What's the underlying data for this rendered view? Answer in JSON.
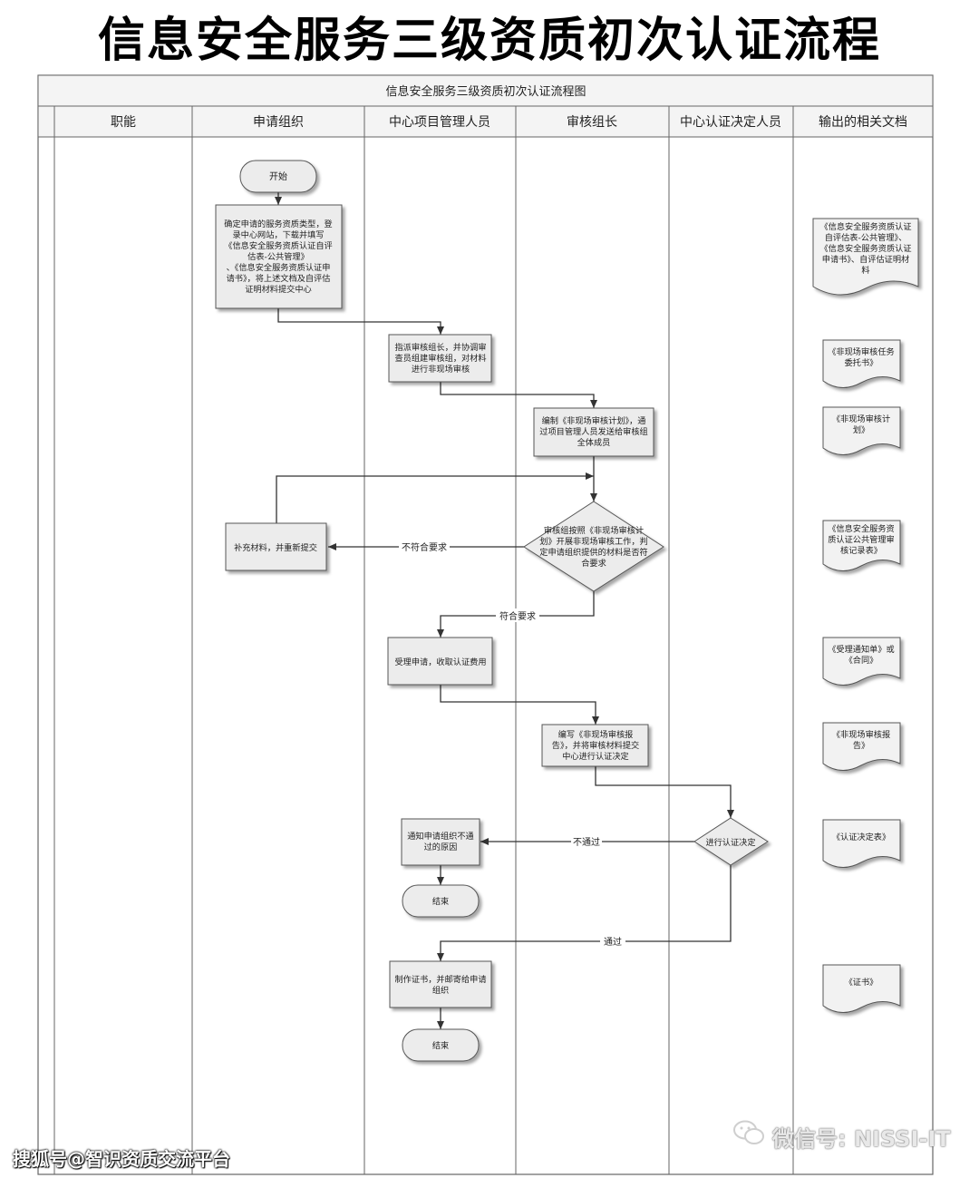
{
  "page_title": "信息安全服务三级资质初次认证流程",
  "diagram": {
    "title": "信息安全服务三级资质初次认证流程图",
    "lanes": [
      "职能",
      "申请组织",
      "中心项目管理人员",
      "审核组长",
      "中心认证决定人员",
      "输出的相关文档"
    ],
    "nodes": {
      "start": "开始",
      "apply": [
        "确定申请的服务资质类型，登",
        "录中心网站，下载并填写",
        "《信息安全服务资质认证自评",
        "估表-公共管理》",
        "、《信息安全服务资质认证申",
        "请书》，将上述文档及自评估",
        "证明材料提交中心"
      ],
      "assign": [
        "指派审核组长，并协调审",
        "查员组建审核组，对材料",
        "进行非现场审核"
      ],
      "plan": [
        "编制《非现场审核计划》，通",
        "过项目管理人员发送给审核组",
        "全体成员"
      ],
      "review": [
        "审核组按照《非现场审核计",
        "划》开展非现场审核工作，判",
        "定申请组织提供的材料是否符",
        "合要求"
      ],
      "supplement": "补充材料，并重新提交",
      "accept": "受理申请，收取认证费用",
      "report": [
        "编写《非现场审核报",
        "告》，并将审核材料提交",
        "中心进行认证决定"
      ],
      "decision": "进行认证决定",
      "notify": [
        "通知申请组织不通",
        "过的原因"
      ],
      "end1": "结束",
      "certificate": [
        "制作证书，并邮寄给申请",
        "组织"
      ],
      "end2": "结束"
    },
    "edge_labels": {
      "not_meet": "不符合要求",
      "meet": "符合要求",
      "not_pass": "不通过",
      "pass": "通过"
    },
    "documents": {
      "doc1": [
        "《信息安全服务资质认证",
        "自评估表-公共管理》、",
        "《信息安全服务资质认证",
        "申请书》、自评估证明材",
        "料"
      ],
      "doc2": [
        "《非现场审核任务",
        "委托书》"
      ],
      "doc3": [
        "《非现场审核计",
        "划》"
      ],
      "doc4": [
        "《信息安全服务资",
        "质认证公共管理审",
        "核记录表》"
      ],
      "doc5": [
        "《受理通知单》或",
        "《合同》"
      ],
      "doc6": [
        "《非现场审核报",
        "告》"
      ],
      "doc7": [
        "《认证决定表》"
      ],
      "doc8": [
        "《证书》"
      ]
    }
  },
  "watermarks": {
    "left": "搜狐号@智识资质交流平台",
    "right": "微信号: NISSI-IT"
  },
  "colors": {
    "box_fill": "#ececec",
    "box_stroke": "#555555",
    "line": "#333333",
    "header_fill": "#f4f4f4"
  }
}
